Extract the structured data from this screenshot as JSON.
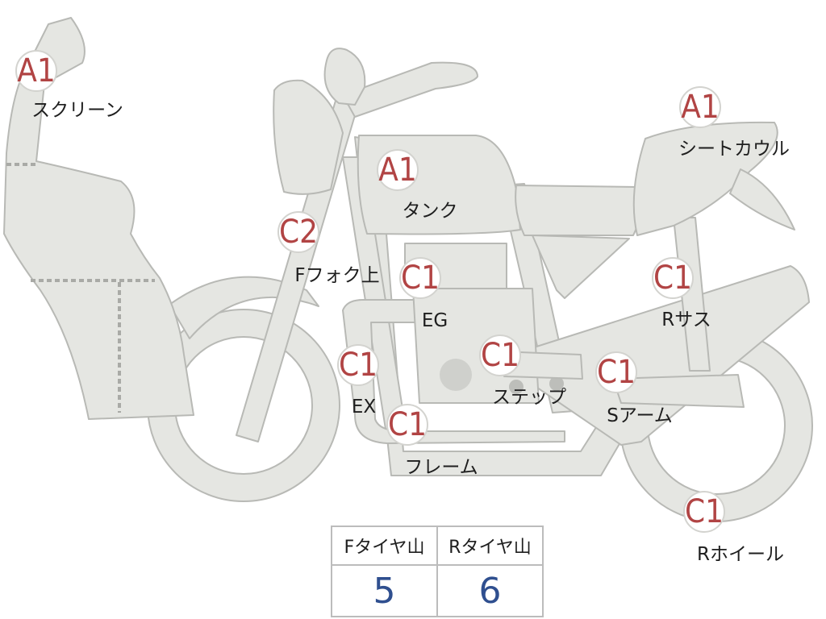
{
  "colors": {
    "body_fill": "#e5e6e2",
    "outline": "#b8b9b5",
    "grade_text": "#b14444",
    "tread_value_text": "#2f4f8f"
  },
  "parts": [
    {
      "id": "screen",
      "grade": "A1",
      "label": "スクリーン"
    },
    {
      "id": "seat-cowl",
      "grade": "A1",
      "label": "シートカウル"
    },
    {
      "id": "tank",
      "grade": "A1",
      "label": "タンク"
    },
    {
      "id": "fork-upper",
      "grade": "C2",
      "label": "Fフォク上"
    },
    {
      "id": "engine",
      "grade": "C1",
      "label": "EG"
    },
    {
      "id": "rear-shock",
      "grade": "C1",
      "label": "Rサス"
    },
    {
      "id": "exhaust",
      "grade": "C1",
      "label": "EX"
    },
    {
      "id": "step",
      "grade": "C1",
      "label": "ステップ"
    },
    {
      "id": "swing-arm",
      "grade": "C1",
      "label": "Sアーム"
    },
    {
      "id": "frame",
      "grade": "C1",
      "label": "フレーム"
    },
    {
      "id": "rear-wheel",
      "grade": "C1",
      "label": "Rホイール"
    }
  ],
  "tire_table": {
    "front_header": "Fタイヤ山",
    "rear_header": "Rタイヤ山",
    "front_value": "5",
    "rear_value": "6"
  }
}
